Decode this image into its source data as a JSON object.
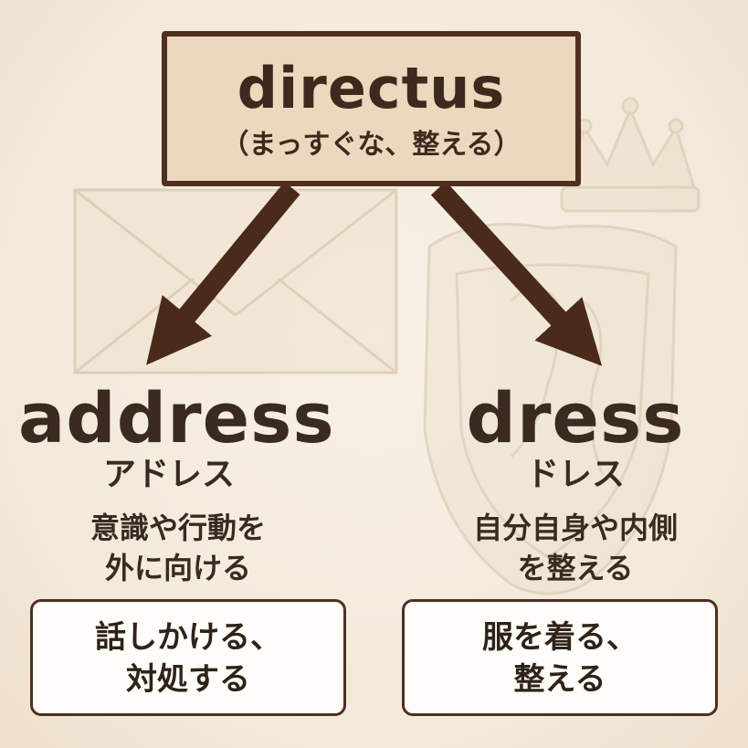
{
  "root": {
    "word": "directus",
    "meaning": "（まっすぐな、整える）"
  },
  "left": {
    "word": "address",
    "reading": "アドレス",
    "description": [
      "意識や行動を",
      "外に向ける"
    ],
    "result": [
      "話しかける、",
      "対処する"
    ]
  },
  "right": {
    "word": "dress",
    "reading": "ドレス",
    "description": [
      "自分自身や内側",
      "を整える"
    ],
    "result": [
      "服を着る、",
      "整える"
    ]
  },
  "background_icons": [
    "envelope-icon",
    "coat-of-arms-icon"
  ],
  "colors": {
    "background": "#f5ecde",
    "root_box_fill": "#ecd9bd",
    "border": "#4e2f20",
    "arrow": "#4a2a1a",
    "text": "#3a2a20"
  }
}
